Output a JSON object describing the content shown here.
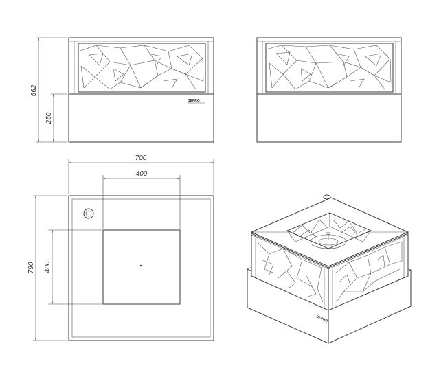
{
  "dimensions": {
    "total_height": "562",
    "base_height": "250",
    "width": "700",
    "inner_width": "400",
    "depth": "790",
    "inner_depth": "400"
  },
  "brand_mark": "DEPRO"
}
